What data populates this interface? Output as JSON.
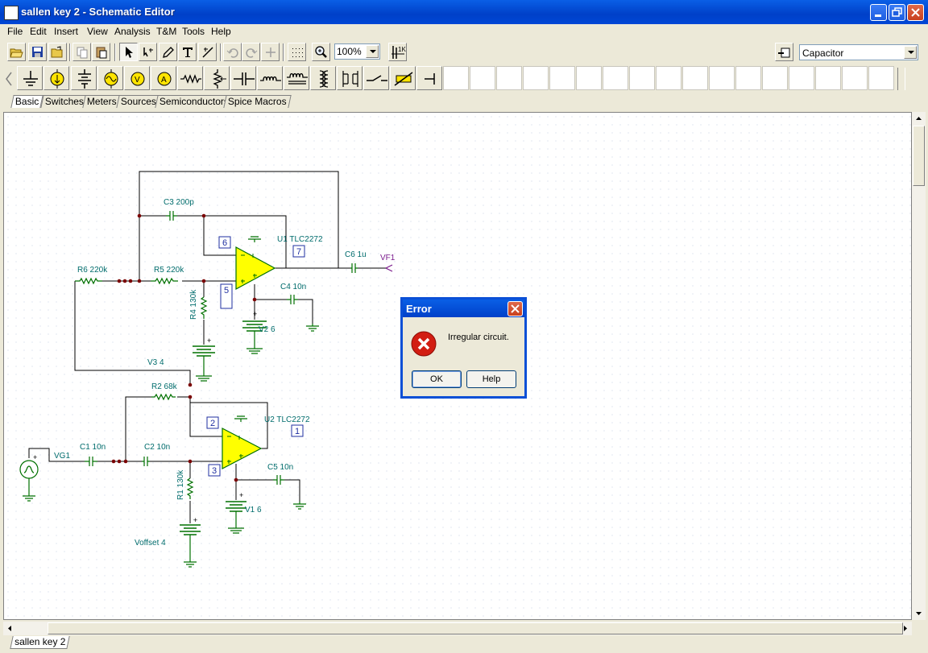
{
  "window": {
    "title": "sallen key 2 - Schematic Editor"
  },
  "menu": [
    "File",
    "Edit",
    "Insert",
    "View",
    "Analysis",
    "T&M",
    "Tools",
    "Help"
  ],
  "toolbar": {
    "zoom": "100%",
    "component": "Capacitor"
  },
  "palette_tabs": [
    "Basic",
    "Switches",
    "Meters",
    "Sources",
    "Semiconductors",
    "Spice Macros"
  ],
  "active_palette_tab": "Basic",
  "document_tab": "sallen key 2",
  "schematic": {
    "labels": {
      "c3": "C3 200p",
      "u1": "U1 TLC2272",
      "c6": "C6 1u",
      "vf1": "VF1",
      "r6": "R6 220k",
      "r5": "R5 220k",
      "c4": "C4 10n",
      "r4": "R4 130k",
      "v2": "V2 6",
      "v3": "V3 4",
      "r2": "R2 68k",
      "u2": "U2 TLC2272",
      "vg1": "VG1",
      "c1": "C1 10n",
      "c2": "C2 10n",
      "c5": "C5 10n",
      "r1": "R1 130k",
      "v1": "V1 6",
      "voffset": "Voffset 4"
    },
    "pins": {
      "p6": "6",
      "p7": "7",
      "p5": "5",
      "p2": "2",
      "p1": "1",
      "p3": "3"
    },
    "colors": {
      "wire": "#000000",
      "component": "#007000",
      "label": "#006c6c",
      "opamp": "#ffff00",
      "vf1": "#7a1a8c"
    }
  },
  "dialog": {
    "title": "Error",
    "message": "Irregular circuit.",
    "ok_label": "OK",
    "help_label": "Help"
  }
}
